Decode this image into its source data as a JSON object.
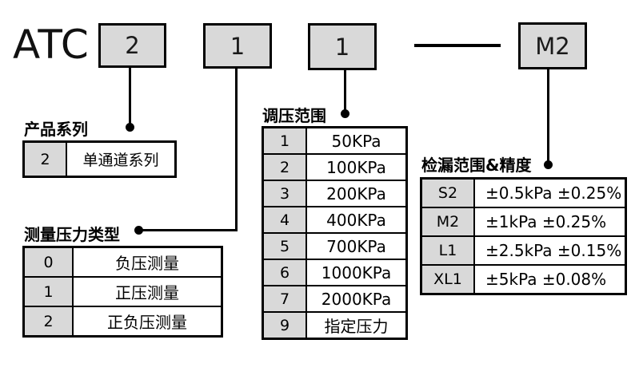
{
  "code": {
    "prefix": "ATC",
    "segments": [
      "2",
      "1",
      "1",
      "M2"
    ],
    "separator": "-"
  },
  "sections": {
    "series": {
      "label": "产品系列",
      "rows": [
        {
          "code": "2",
          "desc": "单通道系列"
        }
      ]
    },
    "pressure_type": {
      "label": "测量压力类型",
      "rows": [
        {
          "code": "0",
          "desc": "负压测量"
        },
        {
          "code": "1",
          "desc": "正压测量"
        },
        {
          "code": "2",
          "desc": "正负压测量"
        }
      ]
    },
    "regulation_range": {
      "label": "调压范围",
      "rows": [
        {
          "code": "1",
          "desc": "50KPa"
        },
        {
          "code": "2",
          "desc": "100KPa"
        },
        {
          "code": "3",
          "desc": "200KPa"
        },
        {
          "code": "4",
          "desc": "400KPa"
        },
        {
          "code": "5",
          "desc": "700KPa"
        },
        {
          "code": "6",
          "desc": "1000KPa"
        },
        {
          "code": "7",
          "desc": "2000KPa"
        },
        {
          "code": "9",
          "desc": "指定压力"
        }
      ]
    },
    "leak_range": {
      "label": "检漏范围&精度",
      "rows": [
        {
          "code": "S2",
          "desc": "±0.5kPa ±0.25%"
        },
        {
          "code": "M2",
          "desc": "±1kPa ±0.25%"
        },
        {
          "code": "L1",
          "desc": "±2.5kPa ±0.15%"
        },
        {
          "code": "XL1",
          "desc": "±5kPa ±0.08%"
        }
      ]
    }
  },
  "colors": {
    "background": "#ffffff",
    "box_fill": "#d9d9d9",
    "border": "#000000",
    "text": "#000000"
  }
}
